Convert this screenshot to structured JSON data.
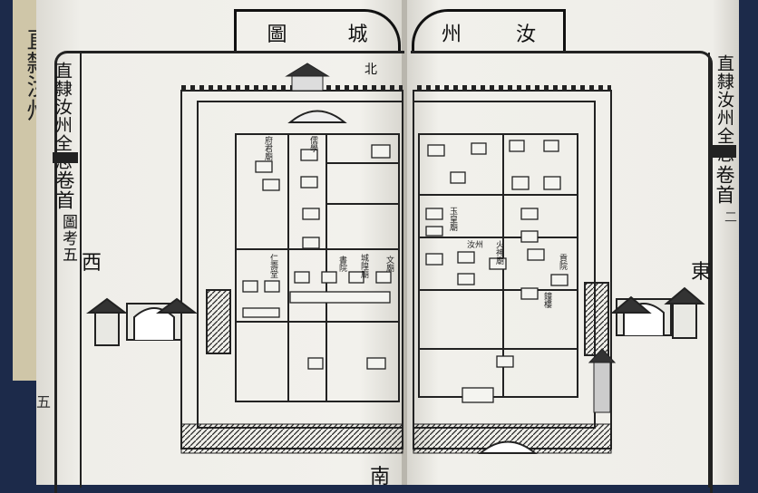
{
  "title": {
    "left_page": [
      "圖",
      "城"
    ],
    "right_page": [
      "州",
      "汝"
    ]
  },
  "left_margin": {
    "book_title": "直隸汝州全志",
    "volume": "卷首",
    "section": "圖考五"
  },
  "right_margin": {
    "book_title": "直隸汝州全志",
    "volume": "卷首",
    "page": "二"
  },
  "left_footer": "五",
  "underlying_book_text": "直隸汝州",
  "directions": {
    "north": "北",
    "south": "南",
    "west": "西",
    "east": "東"
  },
  "map_labels": {
    "left": [
      "府君廟",
      "儒學",
      "仁壽堂",
      "城隍廟",
      "文廟",
      "書院"
    ],
    "right": [
      "玉皇廟",
      "汝州",
      "貢院",
      "鐘樓",
      "火神廟"
    ]
  },
  "colors": {
    "ink": "#111111",
    "paper": "#efeee9",
    "background": "#1c2a4a"
  }
}
